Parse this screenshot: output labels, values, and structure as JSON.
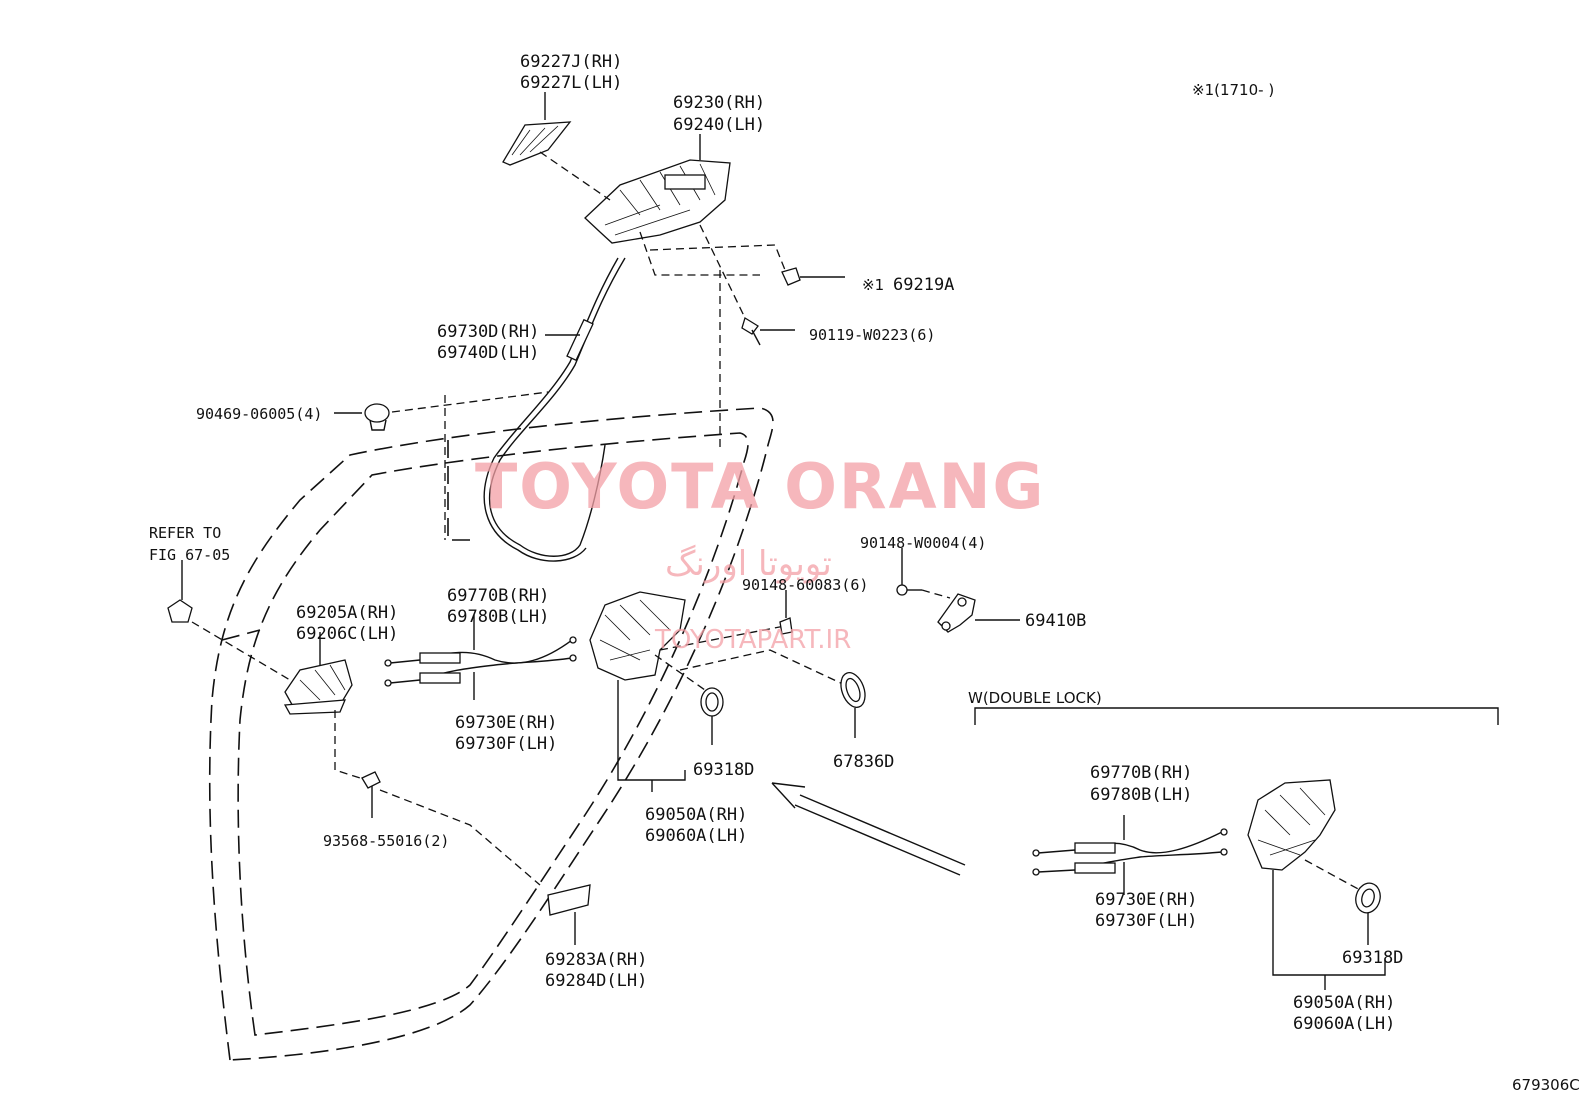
{
  "labels": {
    "l69227j": "69227J(RH)",
    "l69227l": "69227L(LH)",
    "l69230": "69230(RH)",
    "l69240": "69240(LH)",
    "note1": "※1(1710-    )",
    "l69219a_mark": "※1",
    "l69219a": "69219A",
    "l90119": "90119-W0223(6)",
    "l69730d": "69730D(RH)",
    "l69740d": "69740D(LH)",
    "l90469": "90469-06005(4)",
    "refer1": "REFER TO",
    "refer2": "FIG 67-05",
    "l90148w": "90148-W0004(4)",
    "l90148b": "90148-60083(6)",
    "l69410b": "69410B",
    "l69205a": "69205A(RH)",
    "l69206c": "69206C(LH)",
    "l69770b": "69770B(RH)",
    "l69780b": "69780B(LH)",
    "l69730e": "69730E(RH)",
    "l69730f": "69730F(LH)",
    "l69318d": "69318D",
    "l67836d": "67836D",
    "l69050a": "69050A(RH)",
    "l69060a": "69060A(LH)",
    "l93568": "93568-55016(2)",
    "l69283a": "69283A(RH)",
    "l69284d": "69284D(LH)",
    "double_lock": "W(DOUBLE LOCK)",
    "dl69770b": "69770B(RH)",
    "dl69780b": "69780B(LH)",
    "dl69730e": "69730E(RH)",
    "dl69730f": "69730F(LH)",
    "dl69318d": "69318D",
    "dl69050a": "69050A(RH)",
    "dl69060a": "69060A(LH)",
    "figure_code": "679306C"
  },
  "watermark": {
    "brand": "TOYOTA ORANG",
    "persian": "تویوتا اورنگ",
    "url": "TOYOTAPART.IR"
  },
  "colors": {
    "line": "#111111",
    "watermark": "#f3a0a6"
  }
}
